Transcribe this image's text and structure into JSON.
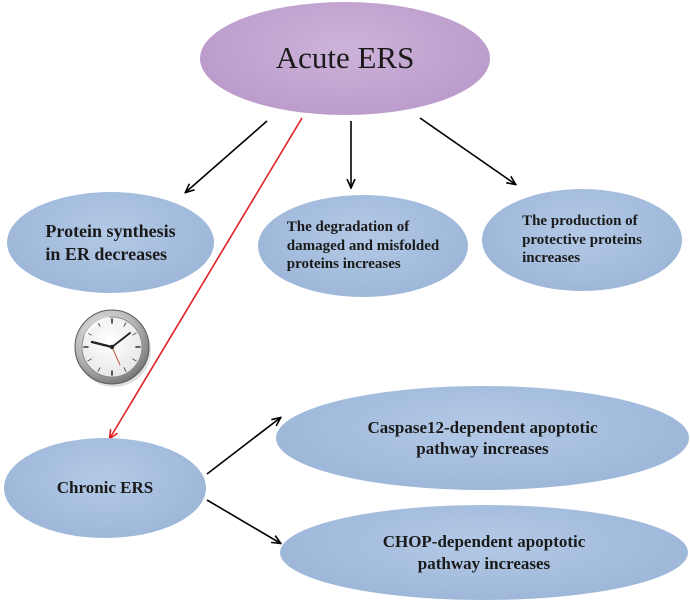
{
  "nodes": {
    "acute": "Acute ERS",
    "protein_synthesis": "Protein synthesis\nin ER decreases",
    "degradation": "The degradation of\ndamaged and misfolded\nproteins increases",
    "production": "The production of\nprotective proteins\nincreases",
    "chronic": "Chronic ERS",
    "caspase": "Caspase12-dependent apoptotic\npathway increases",
    "chop": "CHOP-dependent apoptotic\npathway increases"
  },
  "icons": {
    "clock": "clock-icon"
  },
  "colors": {
    "acute_fill": "#bb9bcb",
    "node_fill": "#a6bddb",
    "arrow_black": "#000000",
    "arrow_red": "#e02020"
  }
}
